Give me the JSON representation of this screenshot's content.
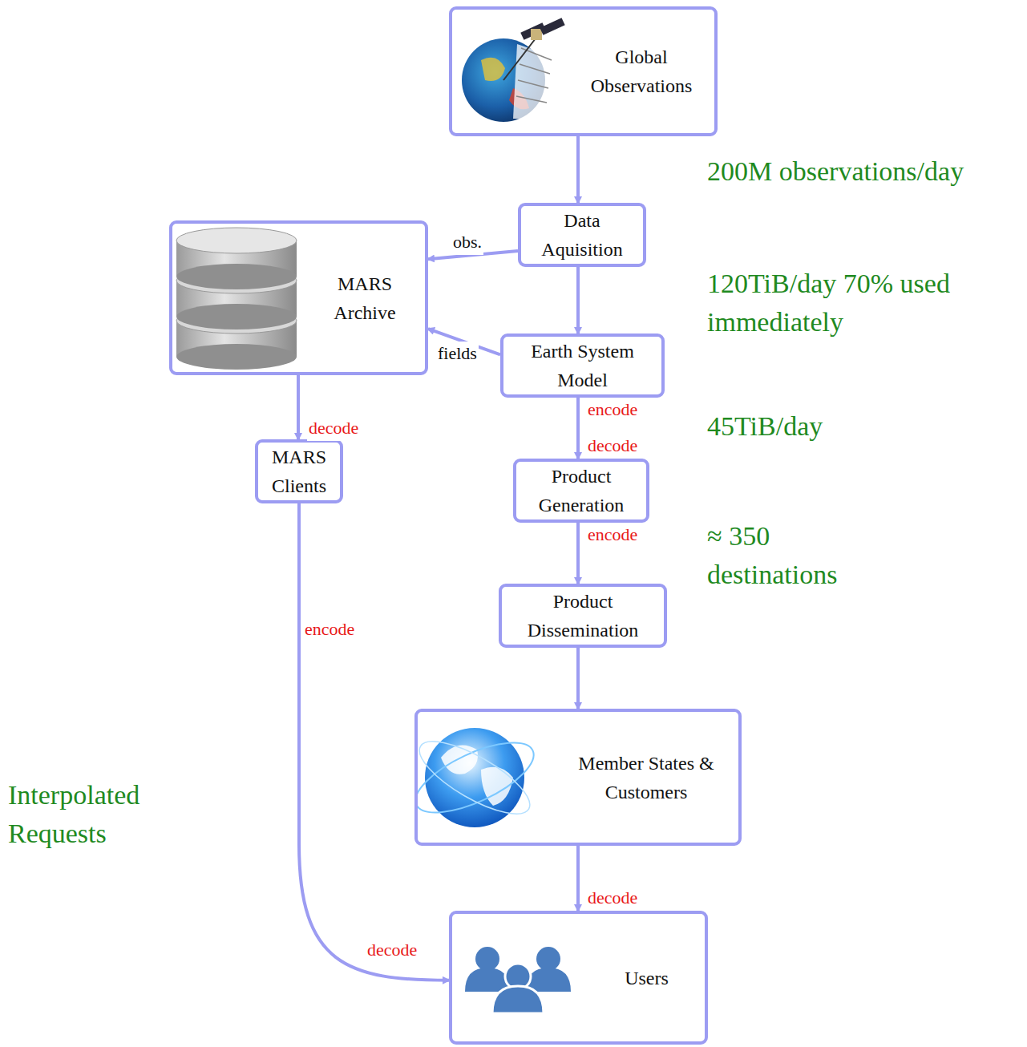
{
  "diagram": {
    "nodes": [
      {
        "text": [
          "Global Observations"
        ]
      },
      {
        "text": [
          "Data Aquisition"
        ]
      },
      {
        "text": [
          "MARS Archive"
        ]
      },
      {
        "text": [
          "Earth System Model"
        ]
      },
      {
        "text": [
          "MARS Clients"
        ]
      },
      {
        "text": [
          "Product Generation"
        ]
      },
      {
        "text": [
          "Product Dissemination"
        ]
      },
      {
        "text": [
          "Member States & Customers"
        ]
      },
      {
        "text": [
          "Users"
        ]
      }
    ],
    "edges": [
      {
        "from": 0,
        "to": 1,
        "arrow": "to"
      },
      {
        "from": 1,
        "to": 2,
        "label": "obs.",
        "arrow": "to"
      },
      {
        "from": 1,
        "to": 3,
        "arrow": "to"
      },
      {
        "from": 3,
        "to": 2,
        "label": "fields",
        "arrow": "to"
      },
      {
        "from": 2,
        "to": 4,
        "label": "decode",
        "arrow": "to"
      },
      {
        "from": 3,
        "to": 5,
        "label": "encode",
        "arrow": "to"
      },
      {
        "from": 5,
        "to": 6,
        "label": "encode",
        "arrow": "to"
      },
      {
        "from": 6,
        "to": 7,
        "arrow": "to"
      },
      {
        "from": 7,
        "to": 8,
        "label": "decode",
        "arrow": "to"
      },
      {
        "from": 4,
        "to": 8,
        "label": "encode",
        "arrow": "to"
      }
    ],
    "labels": [
      "200M observations/day",
      "120TiB/day 70% used immediately",
      "45TiB/day",
      "≈ 350 destinations",
      "Interpolated Requests",
      "decode",
      "decode"
    ]
  }
}
